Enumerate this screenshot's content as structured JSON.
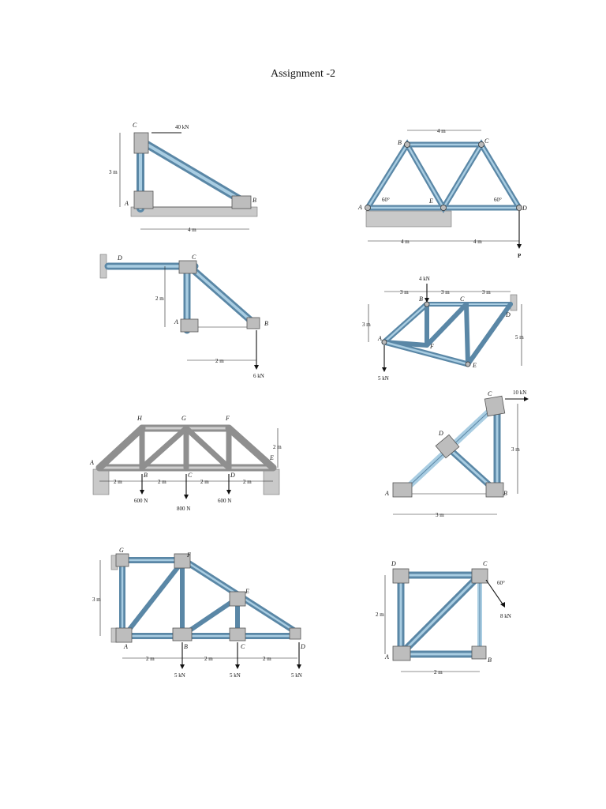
{
  "document": {
    "title": "Assignment -2"
  },
  "colors": {
    "member": "#5a87a6",
    "member_highlight": "#a9cde2",
    "plate": "#bdbdbd"
  },
  "fig1": {
    "nodes": [
      "C",
      "A",
      "B"
    ],
    "load": "40 kN",
    "dim_height": "3 m",
    "dim_width": "4 m"
  },
  "fig2": {
    "nodes": [
      "A",
      "B",
      "C",
      "D",
      "E"
    ],
    "top_span": "4 m",
    "bottom_left": "4 m",
    "bottom_right": "4 m",
    "angle_left": "60°",
    "angle_right": "60°",
    "load": "P"
  },
  "fig3": {
    "nodes": [
      "D",
      "C",
      "A",
      "B"
    ],
    "dim_height": "2 m",
    "dim_width": "2 m",
    "load": "6 kN"
  },
  "fig4": {
    "nodes": [
      "B",
      "C",
      "D",
      "A",
      "F",
      "E"
    ],
    "load_top": "4 kN",
    "load_bottom": "5 kN",
    "span1": "3 m",
    "span2": "3 m",
    "span3": "3 m",
    "height_left": "3 m",
    "height_right": "5 m"
  },
  "fig5": {
    "nodes": [
      "H",
      "G",
      "F",
      "A",
      "B",
      "C",
      "D",
      "E"
    ],
    "spans": [
      "2 m",
      "2 m",
      "2 m",
      "2 m"
    ],
    "height": "2 m",
    "loads": [
      "600 N",
      "800 N",
      "600 N"
    ]
  },
  "fig6": {
    "nodes": [
      "C",
      "D",
      "A",
      "B"
    ],
    "load": "10 kN",
    "dim_height": "3 m",
    "dim_width": "3 m"
  },
  "fig7": {
    "nodes": [
      "G",
      "F",
      "E",
      "A",
      "B",
      "C",
      "D"
    ],
    "height": "3 m",
    "spans": [
      "2 m",
      "2 m",
      "2 m"
    ],
    "loads": [
      "5 kN",
      "5 kN",
      "5 kN"
    ]
  },
  "fig8": {
    "nodes": [
      "D",
      "C",
      "A",
      "B"
    ],
    "angle": "60°",
    "load": "8 kN",
    "dim_height": "2 m",
    "dim_width": "2 m"
  }
}
